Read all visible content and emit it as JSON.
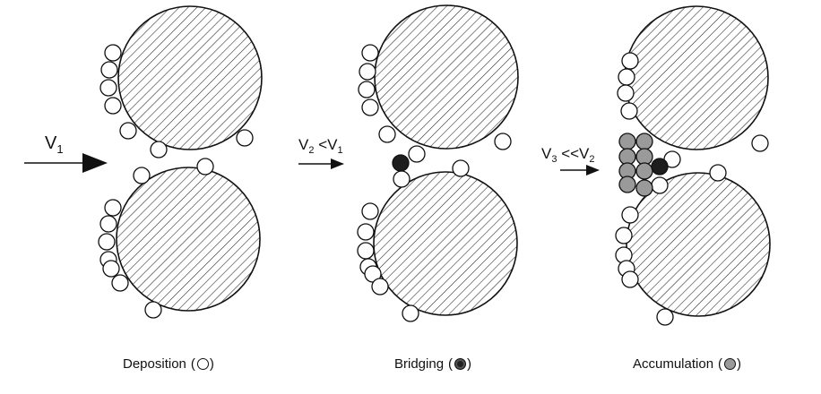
{
  "panels": [
    {
      "flow_label": "V",
      "flow_sub": "1",
      "flow_rest": "",
      "flow_sub2": "",
      "caption": "Deposition",
      "caption_open": "(",
      "caption_close": ")",
      "particle": "empty"
    },
    {
      "flow_label": "V",
      "flow_sub": "2",
      "flow_rest": " <V",
      "flow_sub2": "1",
      "caption": "Bridging",
      "caption_open": "(",
      "caption_close": ")",
      "particle": "dark"
    },
    {
      "flow_label": "V",
      "flow_sub": "3",
      "flow_rest": " <<V",
      "flow_sub2": "2",
      "caption": "Accumulation",
      "caption_open": "(",
      "caption_close": ")",
      "particle": "gray"
    }
  ],
  "colors": {
    "grain_fill": "#ffffff",
    "hatch": "#222222",
    "particle_empty": "#ffffff",
    "particle_dark": "#222222",
    "particle_gray": "#9a9a9a"
  }
}
